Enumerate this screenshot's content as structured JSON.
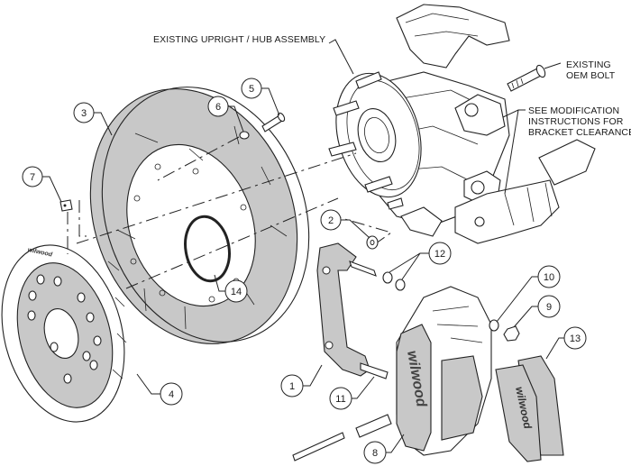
{
  "diagram": {
    "title": "Brake kit exploded assembly diagram",
    "notes": {
      "upright": "EXISTING UPRIGHT / HUB ASSEMBLY",
      "oem_bolt_line1": "EXISTING",
      "oem_bolt_line2": "OEM BOLT",
      "modification_line1": "SEE MODIFICATION",
      "modification_line2": "INSTRUCTIONS FOR",
      "modification_line3": "BRACKET CLEARANCE"
    },
    "brand_marks": {
      "hat": "wilwood",
      "caliper": "wilwood",
      "pad": "wilwood"
    },
    "callouts": [
      {
        "num": "1",
        "part": "caliper-bracket"
      },
      {
        "num": "2",
        "part": "bracket-washer"
      },
      {
        "num": "3",
        "part": "rotor"
      },
      {
        "num": "4",
        "part": "rotor-hat"
      },
      {
        "num": "5",
        "part": "rotor-bolt"
      },
      {
        "num": "6",
        "part": "rotor-bolt-washer"
      },
      {
        "num": "7",
        "part": "clip-nut"
      },
      {
        "num": "8",
        "part": "caliper"
      },
      {
        "num": "9",
        "part": "bridge-nut"
      },
      {
        "num": "10",
        "part": "bridge-washer"
      },
      {
        "num": "11",
        "part": "bracket-stud"
      },
      {
        "num": "12",
        "part": "shim-washers"
      },
      {
        "num": "13",
        "part": "brake-pads"
      },
      {
        "num": "14",
        "part": "centering-ring"
      }
    ]
  }
}
